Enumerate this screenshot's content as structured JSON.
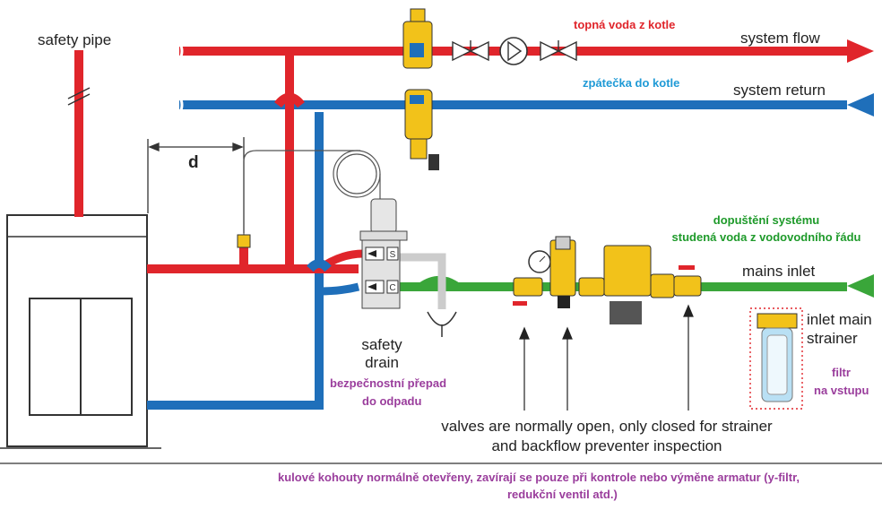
{
  "labels": {
    "safety_pipe": "safety pipe",
    "system_flow": "system flow",
    "system_return": "system return",
    "mains_inlet": "mains inlet",
    "d": "d",
    "safety_drain_1": "safety",
    "safety_drain_2": "drain",
    "inlet_strainer_1": "inlet main",
    "inlet_strainer_2": "strainer",
    "valves_note_1": "valves are normally open, only closed for strainer",
    "valves_note_2": "and backflow preventer inspection",
    "port_s": "S",
    "port_c": "C"
  },
  "czech": {
    "flow": "topná voda z kotle",
    "return": "zpátečka do kotle",
    "mains_1": "dopuštění systému",
    "mains_2": "studená voda z vodovodního řádu",
    "drain_1": "bezpečnostní přepad",
    "drain_2": "do odpadu",
    "filter_1": "filtr",
    "filter_2": "na vstupu",
    "footer_1": "kulové kohouty normálně otevřeny, zavírají se pouze při kontrole nebo výměne armatur (y-filtr,",
    "footer_2": "redukční ventil atd.)"
  },
  "colors": {
    "flow": "#e0252b",
    "return": "#1f6fba",
    "mains": "#3aa63a",
    "brass": "#f2c21a",
    "czech_flow": "#e0252b",
    "czech_return": "#1f9ad6",
    "czech_mains": "#1e9a2a",
    "czech_purple": "#9a3d9c"
  }
}
